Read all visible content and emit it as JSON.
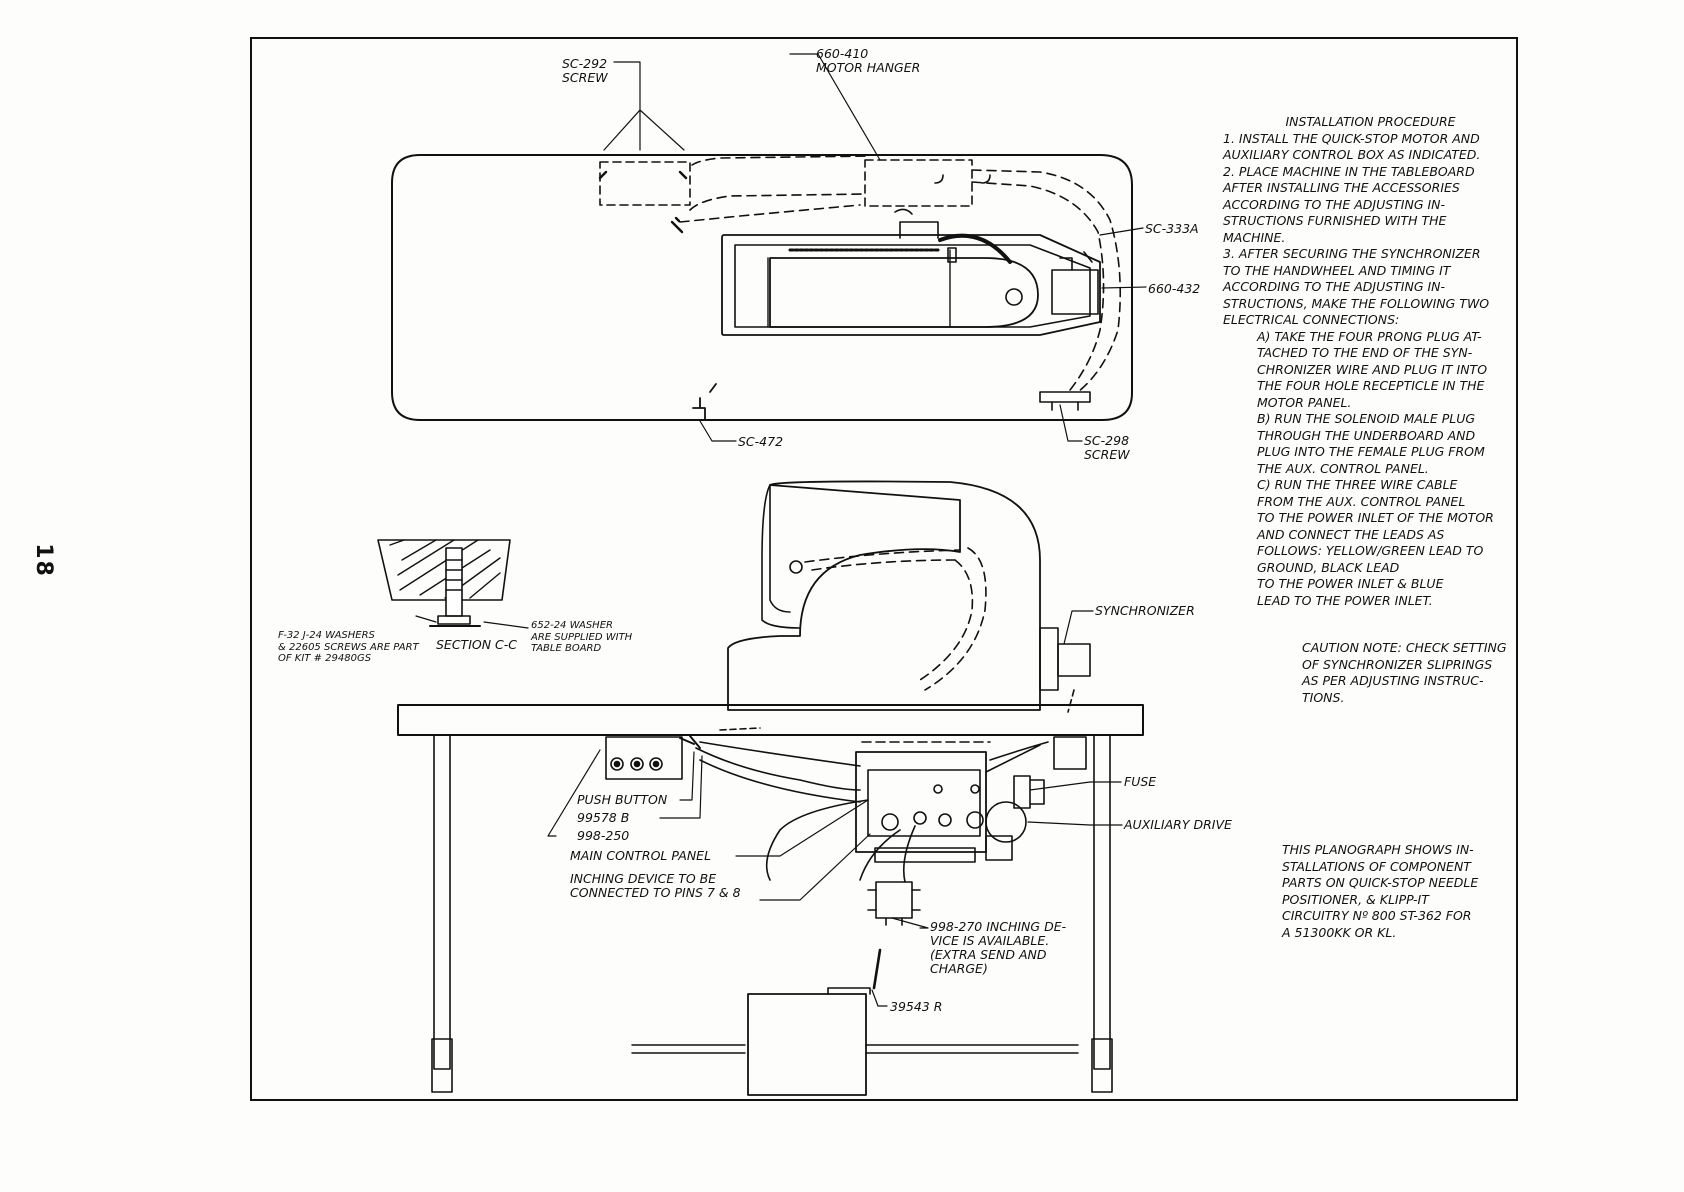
{
  "page_number": "18",
  "labels": {
    "sc292": "SC-292\nSCREW",
    "motor_hanger": "660-410\nMOTOR HANGER",
    "sc333a": "SC-333A",
    "part_660_432": "660-432",
    "sc472": "SC-472",
    "sc298": "SC-298\nSCREW",
    "washers_note": "F-32 J-24 WASHERS\n& 22605 SCREWS ARE PART\nOF KIT # 29480GS",
    "section_cc": "SECTION C-C",
    "washer_652": "652-24 WASHER\nARE SUPPLIED WITH\nTABLE BOARD",
    "synchronizer": "SYNCHRONIZER",
    "fuse": "FUSE",
    "auxiliary_drive": "AUXILIARY DRIVE",
    "push_button": "PUSH BUTTON",
    "part_99578b": "99578 B",
    "part_998_250": "998-250",
    "main_control_panel": "MAIN CONTROL PANEL",
    "inching_device": "INCHING DEVICE TO BE\nCONNECTED TO PINS 7 & 8",
    "inching_998_270": "998-270 INCHING DE-\nVICE IS AVAILABLE.\n(EXTRA SEND AND\nCHARGE)",
    "part_39543r": "39543 R"
  },
  "installation": {
    "title": "INSTALLATION PROCEDURE",
    "step1": "1. INSTALL THE QUICK-STOP MOTOR AND\nAUXILIARY CONTROL BOX AS INDICATED.",
    "step2": "2. PLACE MACHINE IN THE TABLEBOARD\nAFTER INSTALLING THE ACCESSORIES\nACCORDING TO THE ADJUSTING IN-\nSTRUCTIONS FURNISHED WITH THE\nMACHINE.",
    "step3": "3. AFTER SECURING THE SYNCHRONIZER\nTO THE HANDWHEEL AND TIMING IT\nACCORDING TO THE ADJUSTING IN-\nSTRUCTIONS, MAKE THE FOLLOWING TWO\nELECTRICAL CONNECTIONS:",
    "step3a": "a) TAKE THE FOUR PRONG PLUG AT-\nTACHED TO THE END OF THE SYN-\nCHRONIZER WIRE AND PLUG IT INTO\nTHE FOUR HOLE RECEPTICLE IN THE\nMOTOR PANEL.",
    "step3b": "b) RUN THE SOLENOID MALE PLUG\nTHROUGH THE UNDERBOARD AND\nPLUG INTO THE FEMALE PLUG FROM\nTHE AUX. CONTROL PANEL.",
    "step3c": "c) RUN THE THREE WIRE CABLE\nFROM THE AUX. CONTROL PANEL\nTO THE POWER INLET OF THE MOTOR\nAND CONNECT THE LEADS AS\nFOLLOWS: YELLOW/GREEN LEAD TO\nGROUND,      BLACK   LEAD\nTO THE POWER INLET & BLUE\nLEAD TO THE POWER INLET.",
    "caution": "CAUTION NOTE: CHECK SETTING\nOF SYNCHRONIZER SLIPRINGS\nAS PER ADJUSTING INSTRUC-\nTIONS.",
    "planograph": "THIS PLANOGRAPH SHOWS IN-\nSTALLATIONS OF COMPONENT\nPARTS ON QUICK-STOP NEEDLE\nPOSITIONER, & KLIPP-IT\nCIRCUITRY  Nº 800 ST-362 FOR\nA 51300KK OR KL."
  }
}
